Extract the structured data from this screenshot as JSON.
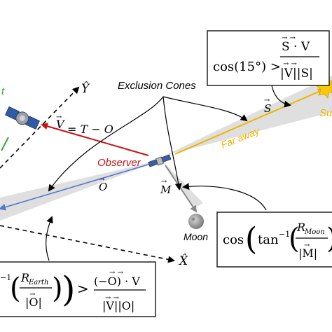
{
  "labels": {
    "exclusion_cones": "Exclusion Cones",
    "observer": "Observer",
    "far_away": "Far away",
    "moon": "Moon",
    "sun_partial": "Su",
    "target_partial": "t",
    "axis_x": "X̂",
    "axis_y": "Ŷ",
    "vec_v": "V",
    "vec_v_rhs": "= T − O",
    "vec_o": "O",
    "vec_m": "M",
    "vec_s": "S"
  },
  "formulas": {
    "sun": {
      "lhs": "cos(15°) >",
      "numerator": "S · V",
      "denominator": "|V||S|"
    },
    "moon": {
      "cos": "cos",
      "tan": "tan",
      "inv": "−1",
      "r_sub": "Moon",
      "r": "R",
      "denominator": "|M|"
    },
    "earth": {
      "inv": "−1",
      "r": "R",
      "r_sub": "Earth",
      "denominator": "|O|",
      "gt": ">",
      "numerator": "(−O) · V",
      "denominator2": "|V||O|"
    }
  },
  "colors": {
    "observer_vector": "#cc1111",
    "observer_label": "#cc1111",
    "sun_vector": "#f0b400",
    "sun_label": "#f0b400",
    "earth_vector": "#5577cc",
    "moon_vector": "#888888",
    "cone": "#d9d9d9",
    "target_green": "#33aa33"
  }
}
